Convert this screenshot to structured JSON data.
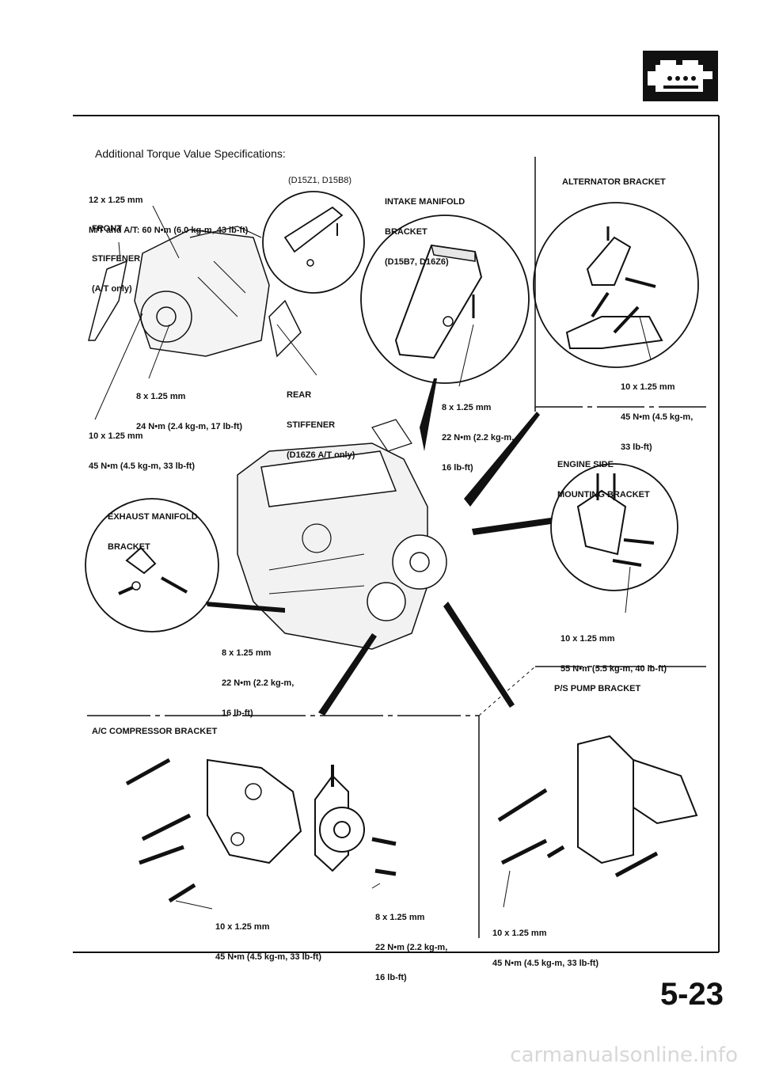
{
  "header": {
    "section_icon": "engine-block-icon",
    "title": "Additional Torque Value Specifications:"
  },
  "labels": {
    "spec_12": [
      "12 x 1.25 mm",
      "M/T and A/T: 60 N•m (6.0 kg-m, 43 lb-ft)"
    ],
    "d15_variant": "(D15Z1, D15B8)",
    "front_stiffener": [
      "FRONT",
      "STIFFENER",
      "(A/T only)"
    ],
    "intake_bracket": [
      "INTAKE MANIFOLD",
      "BRACKET",
      "(D15B7, D16Z6)"
    ],
    "alternator_bracket": "ALTERNATOR BRACKET",
    "spec_8_24": [
      "8 x 1.25 mm",
      "24 N•m (2.4 kg-m, 17 lb-ft)"
    ],
    "rear_stiffener": [
      "REAR",
      "STIFFENER",
      "(D16Z6 A/T only)"
    ],
    "spec_8_intake": [
      "8 x 1.25 mm",
      "22 N•m (2.2 kg-m,",
      "16 lb-ft)"
    ],
    "spec_10_alt": [
      "10 x 1.25 mm",
      "45 N•m (4.5 kg-m,",
      "33 lb-ft)"
    ],
    "spec_10_left": [
      "10 x 1.25 mm",
      "45 N•m (4.5 kg-m, 33 lb-ft)"
    ],
    "engine_side_bracket": [
      "ENGINE SIDE",
      "MOUNTING BRACKET"
    ],
    "exhaust_bracket": [
      "EXHAUST MANIFOLD",
      "BRACKET"
    ],
    "spec_10_mount": [
      "10 x 1.25 mm",
      "55 N•m (5.5 kg-m, 40 lb-ft)"
    ],
    "spec_8_exhaust": [
      "8 x 1.25 mm",
      "22 N•m (2.2 kg-m,",
      "16 lb-ft)"
    ],
    "ps_pump_bracket": "P/S PUMP BRACKET",
    "ac_bracket": "A/C COMPRESSOR BRACKET",
    "spec_10_ac": [
      "10 x 1.25 mm",
      "45 N•m (4.5 kg-m, 33 lb-ft)"
    ],
    "spec_8_ac": [
      "8 x 1.25 mm",
      "22 N•m (2.2 kg-m,",
      "16 lb-ft)"
    ],
    "spec_10_ps": [
      "10 x 1.25 mm",
      "45 N•m (4.5 kg-m, 33 lb-ft)"
    ]
  },
  "footer": {
    "page_number": "5-23",
    "watermark": "carmanualsonline.info"
  }
}
